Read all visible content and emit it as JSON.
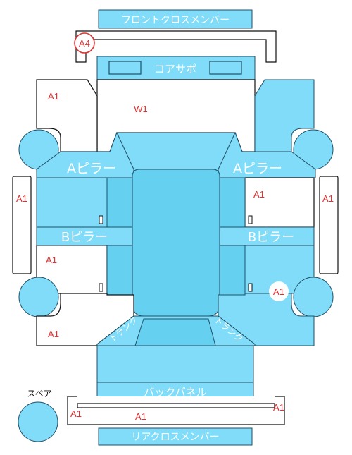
{
  "parts": {
    "front_cross_member": "フロントクロスメンバー",
    "core_support": "コアサポ",
    "a_pillar_left": "Aピラー",
    "a_pillar_right": "Aピラー",
    "b_pillar_left": "Bピラー",
    "b_pillar_right": "Bピラー",
    "back_panel": "バックパネル",
    "rear_cross_member": "リアクロスメンバー",
    "spare": "スペア",
    "trunk_left": "トランク",
    "trunk_right": "トランク"
  },
  "damage_marks": [
    {
      "id": "fc-a4",
      "text": "A4",
      "circled": true
    },
    {
      "id": "fl-a1",
      "text": "A1"
    },
    {
      "id": "roof-w1",
      "text": "W1"
    },
    {
      "id": "lside-a1",
      "text": "A1"
    },
    {
      "id": "rside-a1",
      "text": "A1"
    },
    {
      "id": "rdoor-a1",
      "text": "A1"
    },
    {
      "id": "ldoor-a1",
      "text": "A1"
    },
    {
      "id": "rwheel-a1",
      "text": "A1"
    },
    {
      "id": "rl-a1",
      "text": "A1"
    },
    {
      "id": "rear-l-a1",
      "text": "A1"
    },
    {
      "id": "rear-m-a1",
      "text": "A1"
    },
    {
      "id": "rear-r-a1",
      "text": "A1"
    }
  ],
  "colors": {
    "part_fill": "#80dcf8",
    "part_dark": "#66d0f0",
    "damage_text": "#e03030"
  }
}
